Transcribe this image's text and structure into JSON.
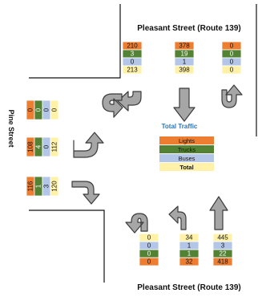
{
  "labels": {
    "top_street": "Pleasant Street (Route 139)",
    "bottom_street": "Pleasant Street (Route 139)",
    "left_street": "Pine Street"
  },
  "colors": {
    "lights": "#ed7d31",
    "trucks": "#548235",
    "buses": "#b4c6e7",
    "total": "#fff2a8",
    "legend_title": "#2e75b6",
    "arrow_fill": "#a6a6a6",
    "arrow_stroke": "#3b3b3b"
  },
  "legend": {
    "title": "Total Traffic",
    "lights": "Lights",
    "trucks": "Trucks",
    "buses": "Buses",
    "total": "Total"
  },
  "movements": {
    "top_right_turn": {
      "lights": "210",
      "trucks": "3",
      "buses": "0",
      "total": "213"
    },
    "top_through": {
      "lights": "378",
      "trucks": "19",
      "buses": "1",
      "total": "398"
    },
    "top_left_turn": {
      "lights": "0",
      "trucks": "0",
      "buses": "0",
      "total": "0"
    },
    "left_uturn": {
      "lights": "0",
      "trucks": "0",
      "buses": "0",
      "total": "0"
    },
    "left_left_turn": {
      "lights": "108",
      "trucks": "4",
      "buses": "0",
      "total": "112"
    },
    "left_right_turn": {
      "lights": "116",
      "trucks": "1",
      "buses": "3",
      "total": "120"
    },
    "bottom_uturn": {
      "lights": "0",
      "trucks": "0",
      "buses": "0",
      "total": "0"
    },
    "bottom_left_turn": {
      "lights": "32",
      "trucks": "1",
      "buses": "1",
      "total": "34"
    },
    "bottom_through": {
      "lights": "418",
      "trucks": "22",
      "buses": "3",
      "total": "445"
    }
  }
}
